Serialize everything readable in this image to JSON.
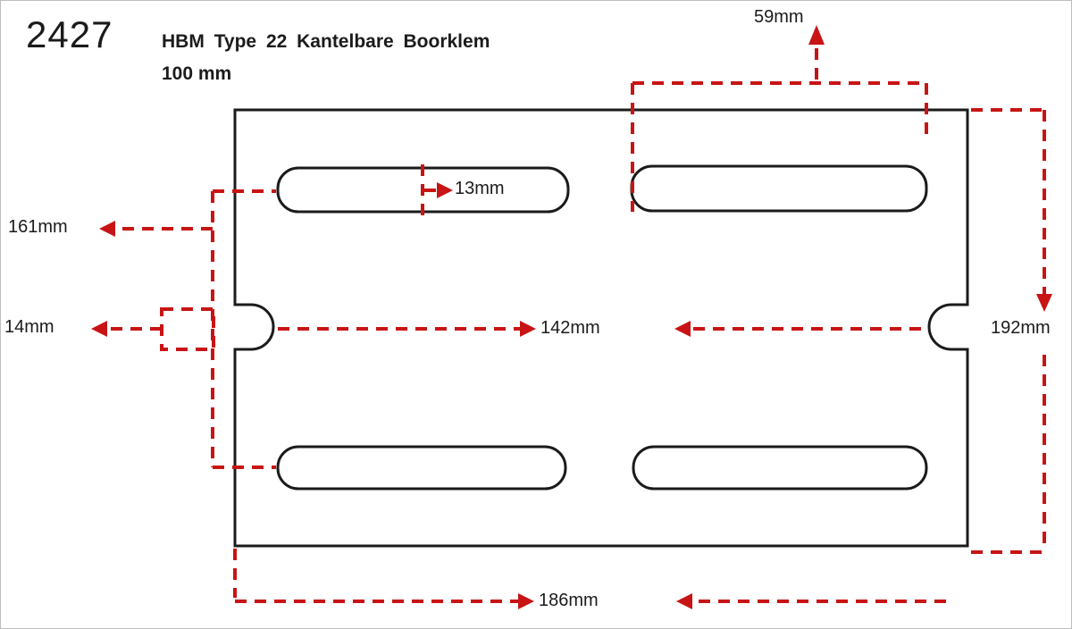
{
  "colors": {
    "ink": "#1b1b1b",
    "dimension": "#c81414",
    "background": "#ffffff"
  },
  "header": {
    "part_number": "2427",
    "product_title": "HBM Type 22 Kantelbare Boorklem",
    "product_size": "100 mm"
  },
  "dimensions": {
    "top_width": "59mm",
    "slot_offset": "13mm",
    "left_height": "161mm",
    "notch_width": "14mm",
    "center_width": "142mm",
    "right_height": "192mm",
    "bottom_width": "186mm"
  }
}
